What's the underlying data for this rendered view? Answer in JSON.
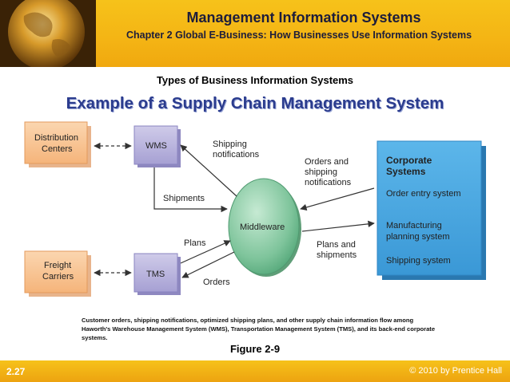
{
  "header": {
    "title": "Management Information Systems",
    "subtitle": "Chapter 2 Global E-Business: How Businesses Use Information Systems"
  },
  "section_title": "Types of Business Information Systems",
  "slide_title": "Example of a Supply Chain Management System",
  "diagram": {
    "nodes": {
      "distribution": [
        "Distribution",
        "Centers"
      ],
      "freight": [
        "Freight",
        "Carriers"
      ],
      "wms": "WMS",
      "tms": "TMS",
      "middleware": "Middleware",
      "corporate_title": [
        "Corporate",
        "Systems"
      ],
      "corporate_items": [
        "Order entry system",
        "Manufacturing",
        "planning system",
        "Shipping system"
      ]
    },
    "edge_labels": {
      "shipping_notifications": [
        "Shipping",
        "notifications"
      ],
      "shipments": "Shipments",
      "plans": "Plans",
      "orders": "Orders",
      "orders_shipping": [
        "Orders and",
        "shipping",
        "notifications"
      ],
      "plans_shipments": [
        "Plans and",
        "shipments"
      ]
    }
  },
  "caption": "Customer orders, shipping notifications, optimized shipping plans, and other supply chain information flow among Haworth's Warehouse Management System (WMS), Transportation Management System (TMS), and its back-end corporate systems.",
  "figure_label": "Figure 2-9",
  "footer": {
    "slide_number": "2.27",
    "copyright": "© 2010 by Prentice Hall"
  },
  "colors": {
    "header": "#f4b414",
    "title_blue": "#2b3c8e",
    "box_orange": "#f9c89a",
    "box_purple": "#b7b2dc",
    "middleware_green": "#7ec49b",
    "corporate_blue": "#48a8e0"
  }
}
